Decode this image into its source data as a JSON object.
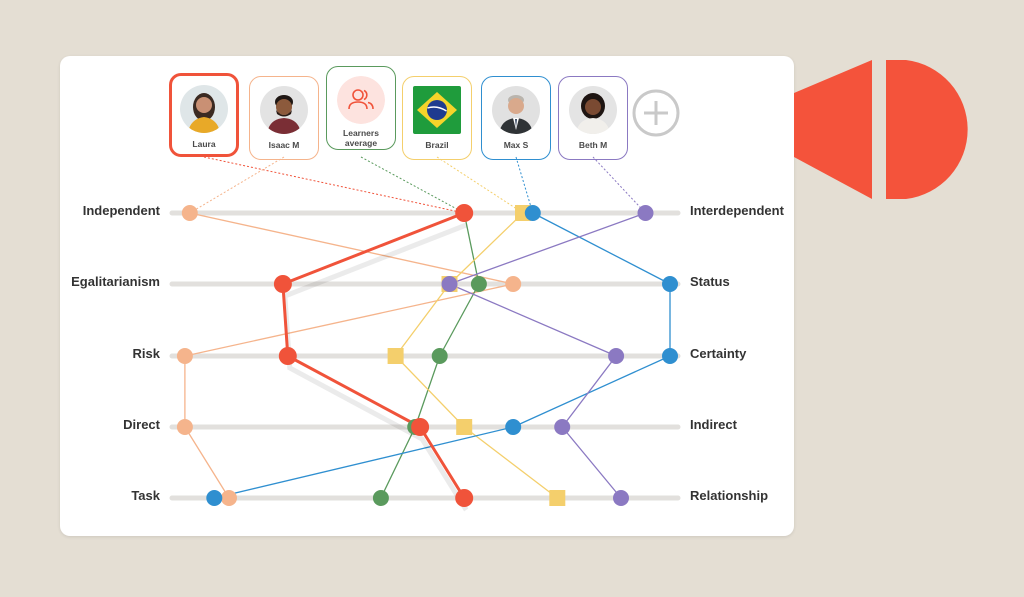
{
  "profiles": [
    {
      "name": "Laura",
      "color": "#f0533a",
      "selected": true
    },
    {
      "name": "Isaac M",
      "color": "#f5b48c"
    },
    {
      "name": "Learners\naverage",
      "color": "#5a9a5d"
    },
    {
      "name": "Brazil",
      "color": "#f4cf6c"
    },
    {
      "name": "Max S",
      "color": "#2f8fd0"
    },
    {
      "name": "Beth M",
      "color": "#8b79c2"
    }
  ],
  "add_button_icon": "plus-circle-icon",
  "brand_colors": {
    "logo": "#f4533b",
    "track": "#e2e0dd"
  },
  "chart_data": {
    "type": "line",
    "rows": [
      {
        "left": "Independent",
        "right": "Interdependent"
      },
      {
        "left": "Egalitarianism",
        "right": "Status"
      },
      {
        "left": "Risk",
        "right": "Certainty"
      },
      {
        "left": "Direct",
        "right": "Indirect"
      },
      {
        "left": "Task",
        "right": "Relationship"
      }
    ],
    "scale": [
      0,
      100
    ],
    "series": [
      {
        "name": "Laura",
        "color": "#f0533a",
        "marker": "circle",
        "values": [
          58,
          21,
          22,
          49,
          58
        ]
      },
      {
        "name": "Isaac M",
        "color": "#f5b48c",
        "marker": "circle",
        "values": [
          2,
          68,
          1,
          1,
          10
        ]
      },
      {
        "name": "Learners average",
        "color": "#5a9a5d",
        "marker": "circle",
        "values": [
          58,
          61,
          53,
          48,
          41
        ]
      },
      {
        "name": "Brazil",
        "color": "#f4cf6c",
        "marker": "square",
        "values": [
          70,
          55,
          44,
          58,
          77
        ]
      },
      {
        "name": "Max S",
        "color": "#2f8fd0",
        "marker": "circle",
        "values": [
          72,
          100,
          100,
          68,
          7
        ]
      },
      {
        "name": "Beth M",
        "color": "#8b79c2",
        "marker": "circle",
        "values": [
          95,
          55,
          89,
          78,
          90
        ]
      }
    ]
  }
}
